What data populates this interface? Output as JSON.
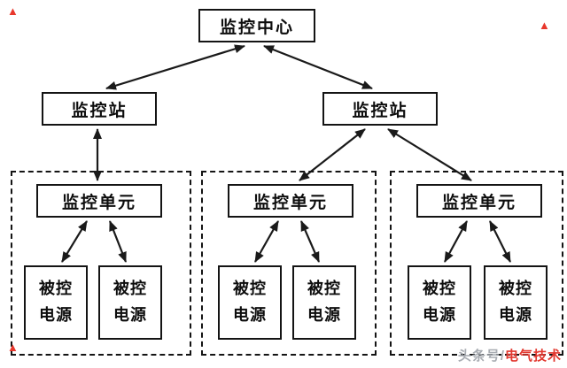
{
  "diagram": {
    "center": {
      "label": "监控中心"
    },
    "stations": [
      {
        "label": "监控站"
      },
      {
        "label": "监控站"
      }
    ],
    "groups": [
      {
        "unit": {
          "label": "监控单元"
        },
        "supplies": [
          {
            "label": "被控\n电源"
          },
          {
            "label": "被控\n电源"
          }
        ]
      },
      {
        "unit": {
          "label": "监控单元"
        },
        "supplies": [
          {
            "label": "被控\n电源"
          },
          {
            "label": "被控\n电源"
          }
        ]
      },
      {
        "unit": {
          "label": "监控单元"
        },
        "supplies": [
          {
            "label": "被控\n电源"
          },
          {
            "label": "被控\n电源"
          }
        ]
      }
    ]
  },
  "decorations": {
    "triangle_glyph": "▲",
    "triangle_color": "#e8372c",
    "line_color": "#1a1a1a"
  },
  "watermark": {
    "gray_text": "头条号/",
    "red_text": "电气技术"
  }
}
